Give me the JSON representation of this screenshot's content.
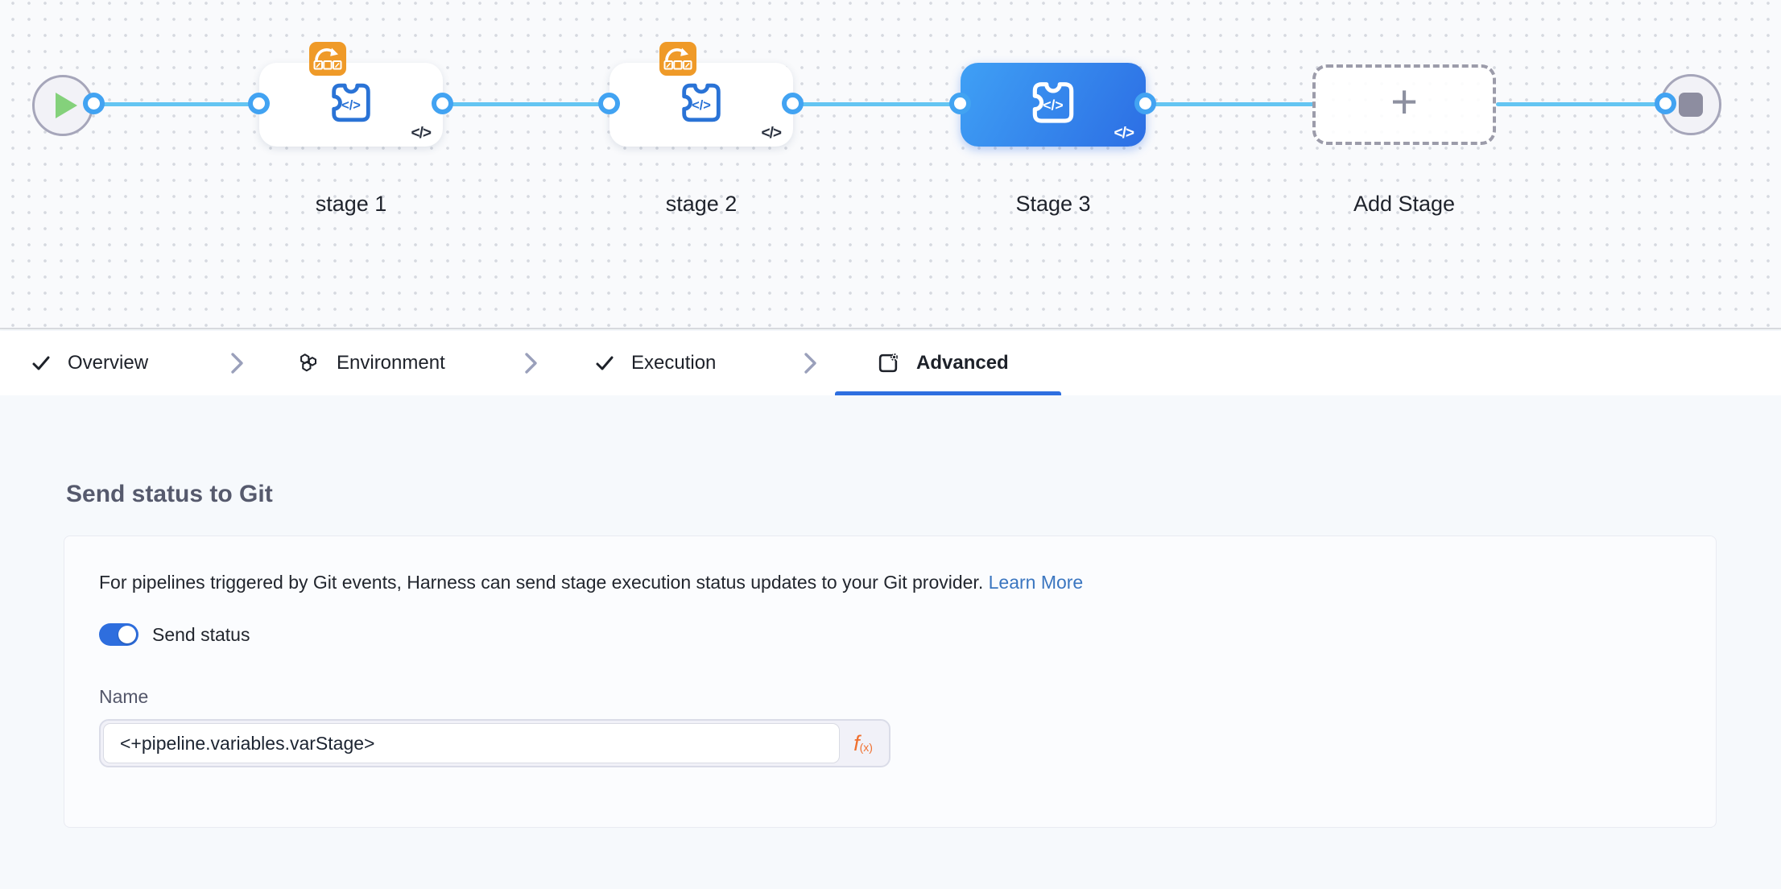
{
  "pipeline": {
    "stages": [
      {
        "label": "stage 1",
        "selected": false,
        "badge_icon": "looping-strategy-badge",
        "type_icon": "custom-stage-code-icon"
      },
      {
        "label": "stage 2",
        "selected": false,
        "badge_icon": "looping-strategy-badge",
        "type_icon": "custom-stage-code-icon"
      },
      {
        "label": "Stage 3",
        "selected": true,
        "badge_icon": null,
        "type_icon": "custom-stage-code-icon"
      }
    ],
    "add_stage_label": "Add Stage",
    "start_node_icon": "play-icon",
    "end_node_icon": "stop-icon"
  },
  "tabs": [
    {
      "label": "Overview",
      "icon": "check-icon",
      "active": false
    },
    {
      "label": "Environment",
      "icon": "hexagons-icon",
      "active": false
    },
    {
      "label": "Execution",
      "icon": "check-icon",
      "active": false
    },
    {
      "label": "Advanced",
      "icon": "advanced-gear-icon",
      "active": true
    }
  ],
  "panel": {
    "title": "Send status to Git",
    "description": "For pipelines triggered by Git events, Harness can send stage execution status updates to your Git provider.",
    "learn_more": "Learn More",
    "toggle_label": "Send status",
    "toggle_state": "on",
    "name_label": "Name",
    "name_value": "<+pipeline.variables.varStage>",
    "expression_f": "f",
    "expression_sub": "(x)"
  },
  "icons": {
    "plus": "+",
    "code_glyph": "</>"
  },
  "colors": {
    "accent_blue": "#2e6fe0",
    "connector_blue": "#64c5f2",
    "port_ring_blue": "#42a3f2",
    "selected_node_gradient_start": "#3fa0f5",
    "selected_node_gradient_end": "#2c6ee4",
    "stage_icon_blue": "#2a73d6",
    "badge_orange": "#ef9a28",
    "play_green": "#84d17b",
    "link_blue": "#3b76c0",
    "expression_orange": "#f0702f"
  }
}
